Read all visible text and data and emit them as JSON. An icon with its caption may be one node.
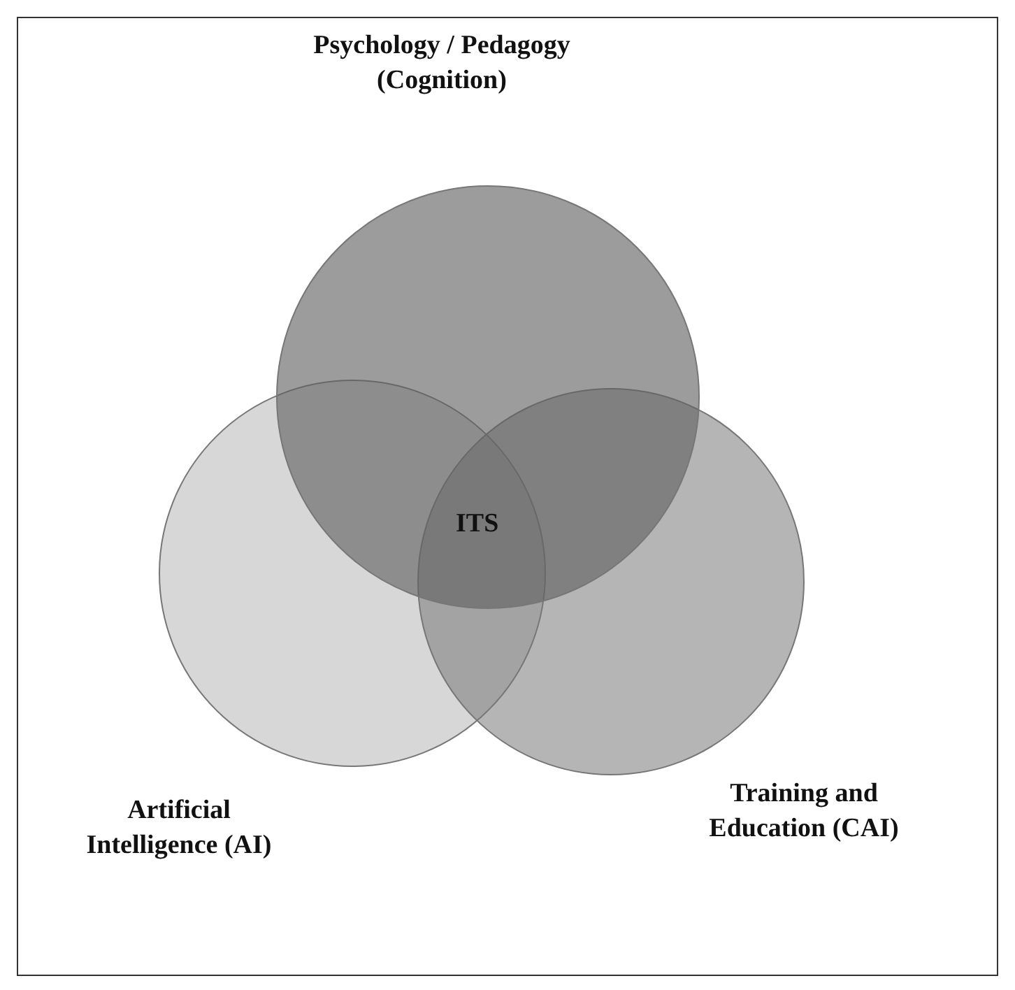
{
  "diagram": {
    "nodes": [
      {
        "text": [
          "Psychology / Pedagogy (Cognition)"
        ]
      },
      {
        "text": [
          "Artificial Intelligence (AI)"
        ]
      },
      {
        "text": [
          "Training and Education (CAI)"
        ]
      }
    ],
    "labels": [
      "ITS"
    ]
  }
}
